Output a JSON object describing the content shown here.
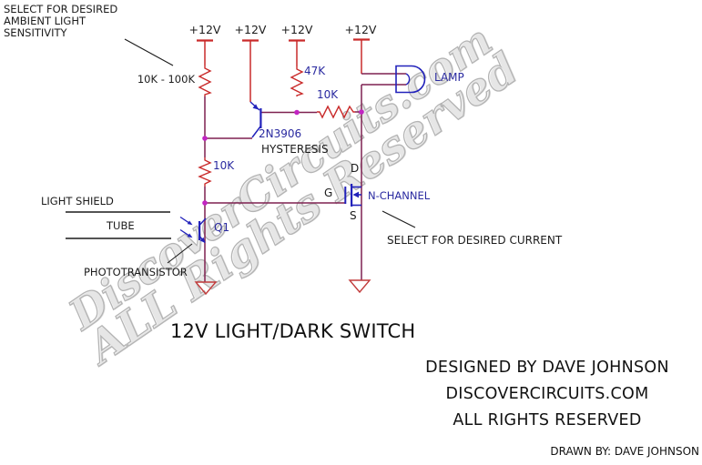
{
  "annotations": {
    "sensitivity_note": "SELECT FOR DESIRED\nAMBIENT LIGHT\nSENSITIVITY",
    "hysteresis": "HYSTERESIS",
    "light_shield": "LIGHT SHIELD",
    "tube": "TUBE",
    "phototransistor": "PHOTOTRANSISTOR",
    "select_current": "SELECT FOR DESIRED CURRENT"
  },
  "power_rails": [
    {
      "label": "+12V"
    },
    {
      "label": "+12V"
    },
    {
      "label": "+12V"
    },
    {
      "label": "+12V"
    }
  ],
  "components": {
    "r_sensitivity": "10K - 100K",
    "r_47k": "47K",
    "r_10k_vertical": "10K",
    "r_10k_horizontal": "10K",
    "transistor": "2N3906",
    "phot: q1": "Q1",
    "q1": "Q1",
    "mosfet_type": "N-CHANNEL",
    "lamp": "LAMP",
    "pin_d": "D",
    "pin_g": "G",
    "pin_s": "S"
  },
  "title": "12V LIGHT/DARK SWITCH",
  "credits": {
    "designed": "DESIGNED BY DAVE JOHNSON",
    "site": "DISCOVERCIRCUITS.COM",
    "rights": "ALL RIGHTS RESERVED",
    "drawn": "DRAWN BY: DAVE JOHNSON"
  },
  "watermark": {
    "line1": "DiscoverCircuits.com",
    "line2": "ALL Rights Reserved"
  },
  "colors": {
    "power_red": "#c92a2a",
    "wire_maroon": "#7e2150",
    "device_blue": "#2222bb",
    "label_navy": "#2a2aa0",
    "junction_magenta": "#c224c2",
    "ground_red": "#c23b3b",
    "text_black": "#1c1c1c",
    "watermark_gray": "#b4b4b4"
  }
}
